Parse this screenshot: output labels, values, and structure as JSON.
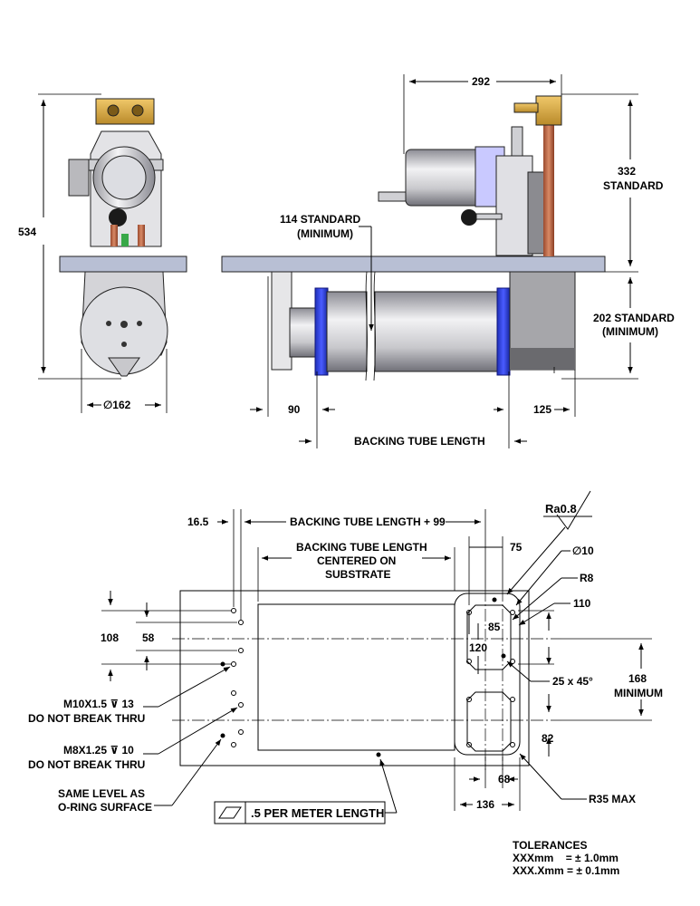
{
  "drawing": {
    "front_view": {
      "height_dim": "534",
      "diameter_dim": "∅162"
    },
    "side_view": {
      "width_dim": "292",
      "motor_height": [
        "332",
        "STANDARD"
      ],
      "min_standard": [
        "114 STANDARD",
        "(MINIMUM)"
      ],
      "tube_height": [
        "202 STANDARD",
        "(MINIMUM)"
      ],
      "left_offset": "90",
      "right_offset": "125",
      "backing_tube_length": "BACKING TUBE LENGTH"
    },
    "plan_view": {
      "edge_16_5": "16.5",
      "overall_length": "BACKING TUBE LENGTH + 99",
      "centered_note": [
        "BACKING TUBE LENGTH",
        "CENTERED ON",
        "SUBSTRATE"
      ],
      "dim_75": "75",
      "roughness": "Ra0.8",
      "hole_diameter": "∅10",
      "radius_r8": "R8",
      "dim_110": "110",
      "dim_85": "85",
      "dim_120": "120",
      "chamfer": "25 x 45°",
      "dim_168": [
        "168",
        "MINIMUM"
      ],
      "dim_82": "82",
      "dim_68": "68",
      "dim_136": "136",
      "r35": "R35 MAX",
      "dim_108": "108",
      "dim_58": "58",
      "thread_m10": [
        "M10X1.5 ⊽ 13",
        "DO NOT BREAK THRU"
      ],
      "thread_m8": [
        "M8X1.25 ⊽ 10",
        "DO NOT BREAK THRU"
      ],
      "same_level": [
        "SAME LEVEL AS",
        "O-RING SURFACE"
      ],
      "flatness": ".5 PER METER LENGTH"
    },
    "tolerances": {
      "title": "TOLERANCES",
      "line1": "XXXmm    = ± 1.0mm",
      "line2": "XXX.Xmm = ± 0.1mm"
    }
  }
}
